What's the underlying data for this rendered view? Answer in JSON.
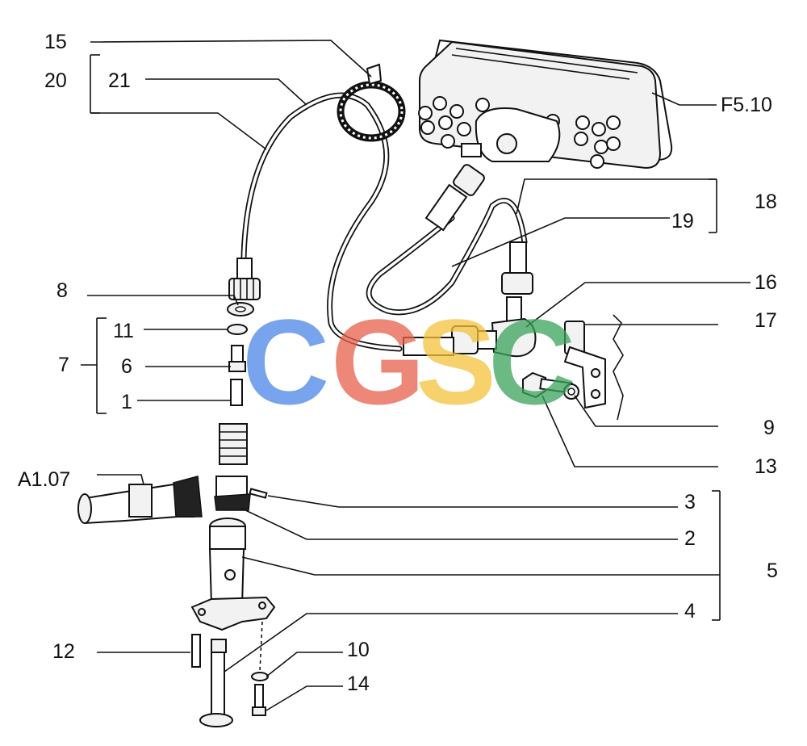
{
  "labels": {
    "l15": "15",
    "l20": "20",
    "l21": "21",
    "lF510": "F5.10",
    "l18": "18",
    "l19": "19",
    "l16": "16",
    "l17": "17",
    "l8": "8",
    "l11": "11",
    "l7": "7",
    "l6": "6",
    "l1": "1",
    "l9": "9",
    "l13": "13",
    "lA107": "A1.07",
    "l3": "3",
    "l2": "2",
    "l5": "5",
    "l4": "4",
    "l12": "12",
    "l10": "10",
    "l14": "14"
  },
  "watermark": {
    "c1": "C",
    "g": "G",
    "s": "S",
    "c2": "C",
    "colors": [
      "#4a86e8",
      "#e8604c",
      "#f3c23c",
      "#3aa35a"
    ]
  }
}
